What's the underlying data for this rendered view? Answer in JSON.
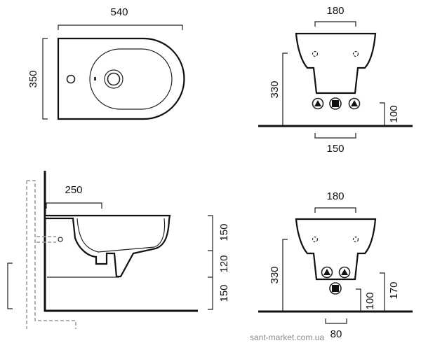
{
  "top_view": {
    "width_label": "540",
    "depth_label": "350"
  },
  "side_view": {
    "projection_label": "250",
    "dim_upper": "150",
    "dim_middle": "120",
    "dim_lower": "150"
  },
  "front_view_1": {
    "top_width_label": "180",
    "height_label": "330",
    "inlet_height_label": "100",
    "bottom_width_label": "150"
  },
  "front_view_2": {
    "top_width_label": "180",
    "height_label": "330",
    "drain_height_label": "100",
    "inlet_height_label": "170",
    "bottom_width_label": "80"
  },
  "watermark": "sant-market.com.ua"
}
